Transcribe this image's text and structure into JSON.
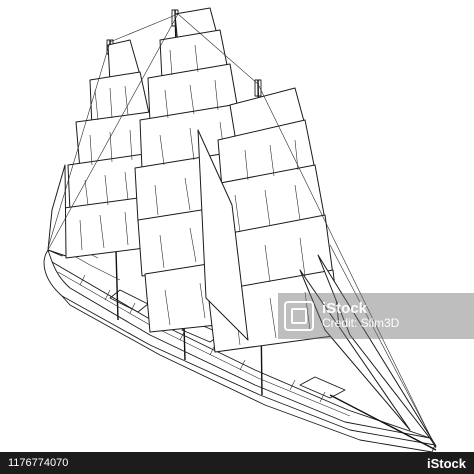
{
  "image": {
    "subject": "ship-wireframe",
    "line_color": "#1b1b1b",
    "background_color": "#ffffff"
  },
  "watermark": {
    "brand": "iStock",
    "credit": "Credit: Slim3D",
    "band_color": "#6e6e6e"
  },
  "footer": {
    "image_id": "1176774070",
    "logo": "iStock",
    "bar_color": "#1c1c1c"
  }
}
